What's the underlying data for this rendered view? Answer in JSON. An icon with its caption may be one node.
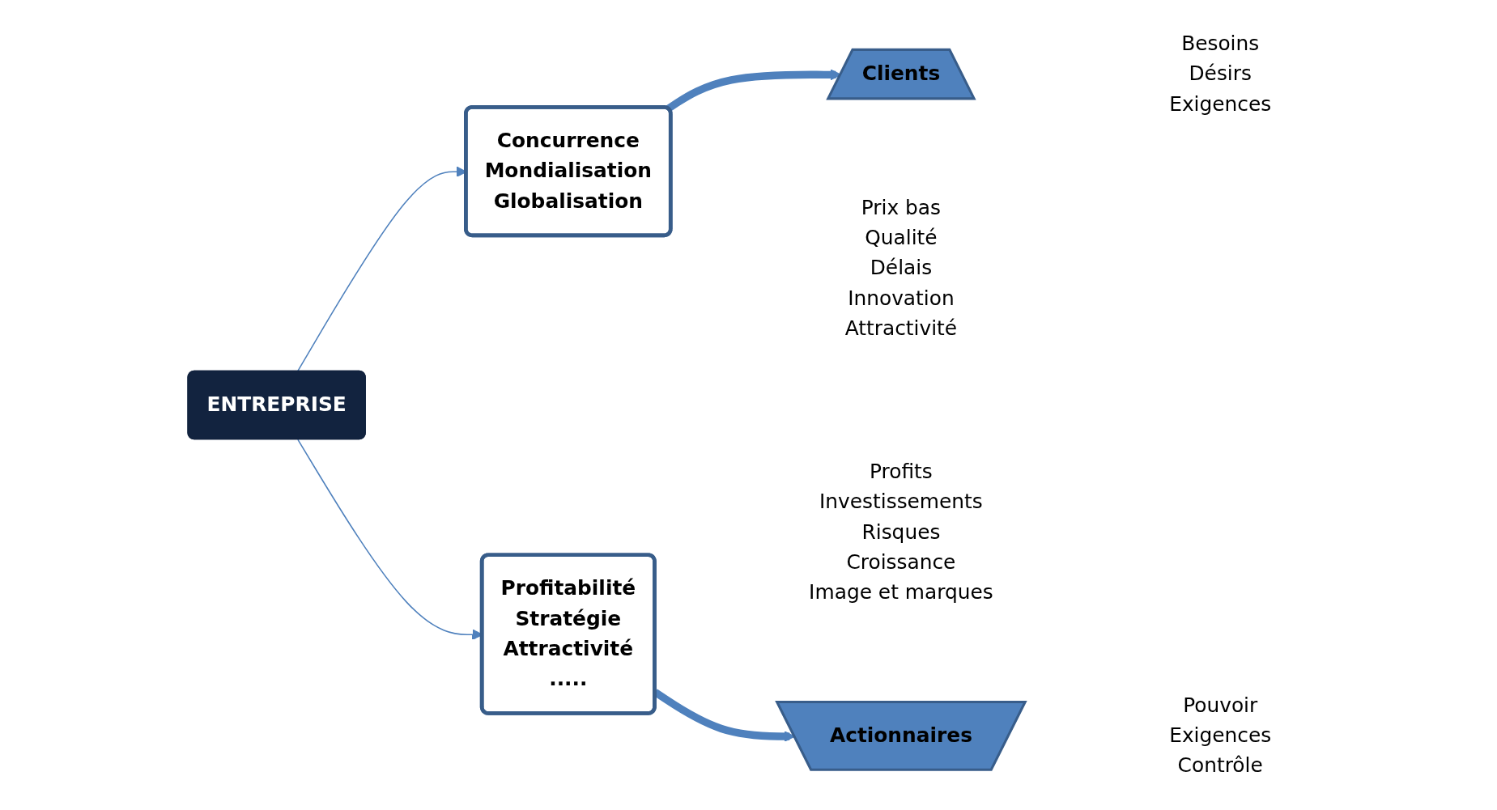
{
  "diagram": {
    "nodes": [
      {
        "text": [
          "Actionnaires"
        ],
        "beside": [
          "Pouvoir",
          "Exigences",
          "Contrôle"
        ]
      },
      {
        "text": [
          "Concurrence",
          "Mondialisation",
          "Globalisation"
        ],
        "beside": [
          "Prix bas",
          "Qualité",
          "Délais",
          "Innovation",
          "Attractivité"
        ]
      },
      {
        "text": [
          "ENTREPRISE"
        ]
      },
      {
        "text": [
          "Profitabilité",
          "Stratégie",
          "Attractivité",
          "....."
        ],
        "beside": [
          "Profits",
          "Investissements",
          "Risques",
          "Croissance",
          "Image et marques"
        ]
      },
      {
        "text": [
          "Clients"
        ],
        "beside": [
          "Besoins",
          "Désirs",
          "Exigences"
        ]
      }
    ],
    "edges": [
      {
        "from": 2,
        "to": 1,
        "arrow": "to"
      },
      {
        "from": 2,
        "to": 3,
        "arrow": "to"
      },
      {
        "from": 3,
        "to": 0,
        "arrow": "to",
        "style": "thick"
      },
      {
        "from": 1,
        "to": 4,
        "arrow": "to",
        "style": "thick"
      }
    ]
  }
}
